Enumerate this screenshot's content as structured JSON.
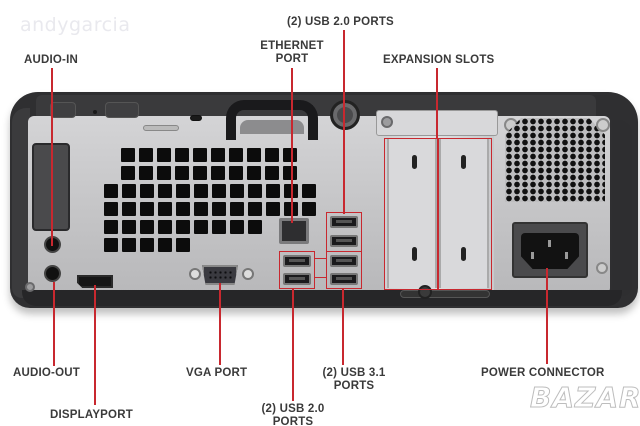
{
  "watermarks": {
    "top_left": "andygarcia",
    "bottom_right": "BAZAR"
  },
  "colors": {
    "leader_line": "#c8282f",
    "label_text": "#3a3a3a",
    "chassis": "#2f2f31",
    "plate": "#c8c8ca"
  },
  "labels": {
    "audio_in": "AUDIO-IN",
    "ethernet_port_line1": "ETHERNET",
    "ethernet_port_line2": "PORT",
    "usb20_top": "(2) USB 2.0 PORTS",
    "expansion_slots": "EXPANSION SLOTS",
    "audio_out": "AUDIO-OUT",
    "displayport": "DISPLAYPORT",
    "vga_port": "VGA PORT",
    "usb20_bottom_line1": "(2) USB 2.0",
    "usb20_bottom_line2": "PORTS",
    "usb31_line1": "(2) USB 3.1",
    "usb31_line2": "PORTS",
    "power_connector": "POWER CONNECTOR"
  },
  "components": [
    {
      "id": "audio-in",
      "type": "audio-jack"
    },
    {
      "id": "audio-out",
      "type": "audio-jack"
    },
    {
      "id": "displayport",
      "type": "video-port"
    },
    {
      "id": "vga",
      "type": "video-port"
    },
    {
      "id": "ethernet",
      "type": "rj45"
    },
    {
      "id": "usb20-top",
      "type": "usb",
      "count": 2
    },
    {
      "id": "usb20-bottom",
      "type": "usb",
      "count": 2
    },
    {
      "id": "usb31",
      "type": "usb",
      "count": 2
    },
    {
      "id": "expansion-slots",
      "type": "pcie-bracket",
      "count": 2
    },
    {
      "id": "power-connector",
      "type": "iec-c14"
    }
  ]
}
